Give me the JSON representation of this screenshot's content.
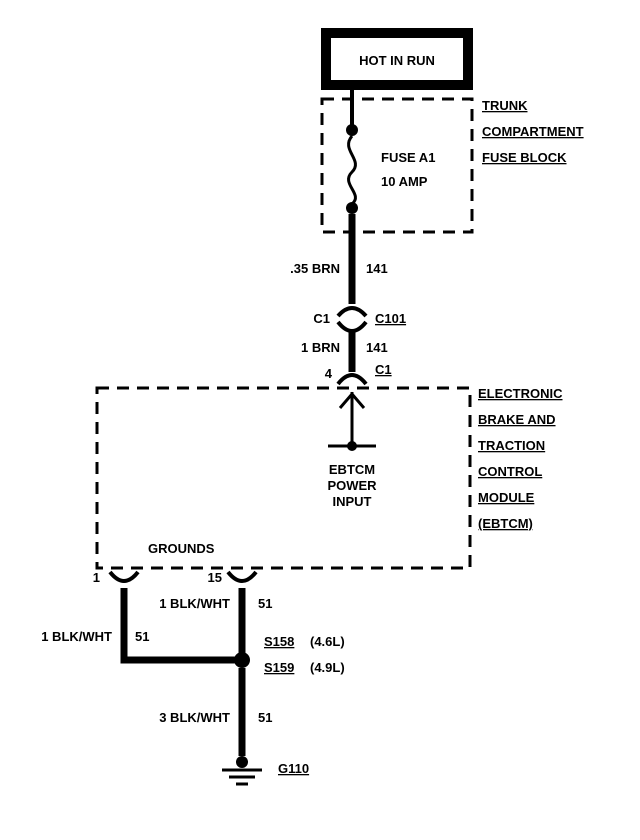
{
  "power_source": {
    "label": "HOT IN RUN"
  },
  "fuse_block": {
    "title_lines": [
      "TRUNK",
      "COMPARTMENT",
      "FUSE BLOCK"
    ],
    "fuse_name": "FUSE A1",
    "fuse_rating": "10 AMP"
  },
  "wire_upper": {
    "gauge_color": ".35 BRN",
    "circuit": "141"
  },
  "connector_c101": {
    "cavity": "C1",
    "name": "C101"
  },
  "wire_mid": {
    "gauge_color": "1 BRN",
    "circuit": "141"
  },
  "module_connector": {
    "pin": "4",
    "name": "C1"
  },
  "module": {
    "title_lines": [
      "ELECTRONIC",
      "BRAKE AND",
      "TRACTION",
      "CONTROL",
      "MODULE",
      "(EBTCM)"
    ],
    "input_lines": [
      "EBTCM",
      "POWER",
      "INPUT"
    ],
    "grounds_label": "GROUNDS",
    "pin_left": "1",
    "pin_right": "15"
  },
  "ground_wires": {
    "right_gauge": "1 BLK/WHT",
    "right_circuit": "51",
    "left_gauge": "1 BLK/WHT",
    "left_circuit": "51",
    "bottom_gauge": "3 BLK/WHT",
    "bottom_circuit": "51"
  },
  "splices": {
    "s158": "S158",
    "s158_note": "(4.6L)",
    "s159": "S159",
    "s159_note": "(4.9L)"
  },
  "ground": {
    "name": "G110"
  }
}
